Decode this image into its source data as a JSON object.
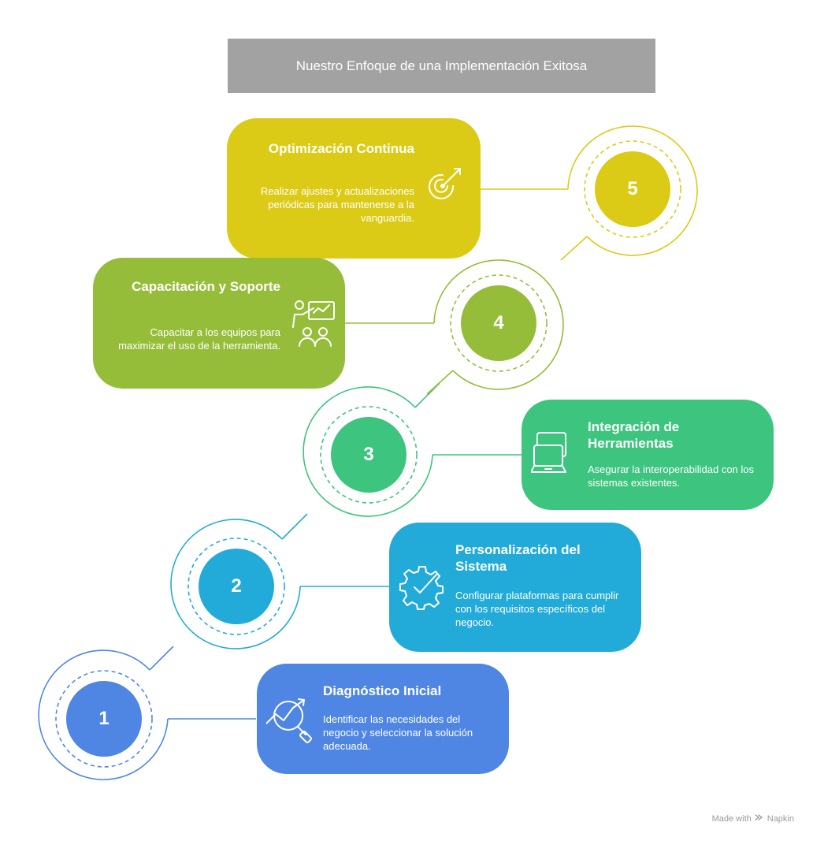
{
  "title": "Nuestro Enfoque de una Implementación Exitosa",
  "colors": {
    "step1": "#4f86e4",
    "step2": "#22abd8",
    "step3": "#3dc47e",
    "step4": "#96bd3a",
    "step5": "#dccb16",
    "title_bg": "#a2a2a2"
  },
  "steps": [
    {
      "number": "1",
      "title": "Diagnóstico Inicial",
      "description": "Identificar las necesidades del negocio y seleccionar la solución adecuada.",
      "icon": "chart-magnifier-icon"
    },
    {
      "number": "2",
      "title": "Personalización del Sistema",
      "description": "Configurar plataformas para cumplir con los requisitos específicos del negocio.",
      "icon": "gear-check-icon"
    },
    {
      "number": "3",
      "title": "Integración de Herramientas",
      "description": "Asegurar la interoperabilidad con los sistemas existentes.",
      "icon": "devices-icon"
    },
    {
      "number": "4",
      "title": "Capacitación y Soporte",
      "description": "Capacitar a los equipos para maximizar el uso de la herramienta.",
      "icon": "presentation-team-icon"
    },
    {
      "number": "5",
      "title": "Optimización Continua",
      "description": "Realizar ajustes y actualizaciones periódicas para mantenerse a la vanguardia.",
      "icon": "target-arrow-icon"
    }
  ],
  "footer": {
    "made_with": "Made with",
    "brand": "Napkin"
  }
}
